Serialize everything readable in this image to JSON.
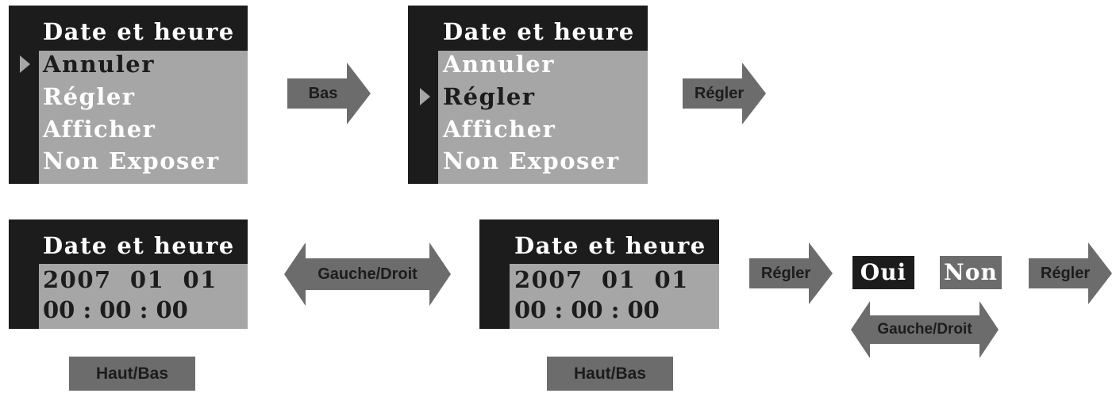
{
  "screens": [
    {
      "title": "Date et heure",
      "items": [
        "Annuler",
        "Régler",
        "Afficher",
        "Non Exposer"
      ],
      "selected_index": 0
    },
    {
      "title": "Date et heure",
      "items": [
        "Annuler",
        "Régler",
        "Afficher",
        "Non Exposer"
      ],
      "selected_index": 1
    },
    {
      "title": "Date et heure",
      "date": "2007  01  01",
      "time": "00 : 00 : 00"
    },
    {
      "title": "Date et heure",
      "date": "2007  01  01",
      "time": "00 : 00 : 00"
    }
  ],
  "arrows": {
    "bas": "Bas",
    "regler_1": "Régler",
    "gauche_droit_1": "Gauche/Droit",
    "regler_2": "Régler",
    "regler_3": "Régler",
    "gauche_droit_2": "Gauche/Droit"
  },
  "options": {
    "oui": "Oui",
    "non": "Non"
  },
  "keys": {
    "haut_bas_1": "Haut/Bas",
    "haut_bas_2": "Haut/Bas"
  },
  "colors": {
    "screen_frame": "#1c1c1c",
    "screen_panel": "#a6a6a6",
    "arrow": "#6c6c6c",
    "oui_bg": "#1c1c1c",
    "non_bg": "#6c6c6c"
  }
}
